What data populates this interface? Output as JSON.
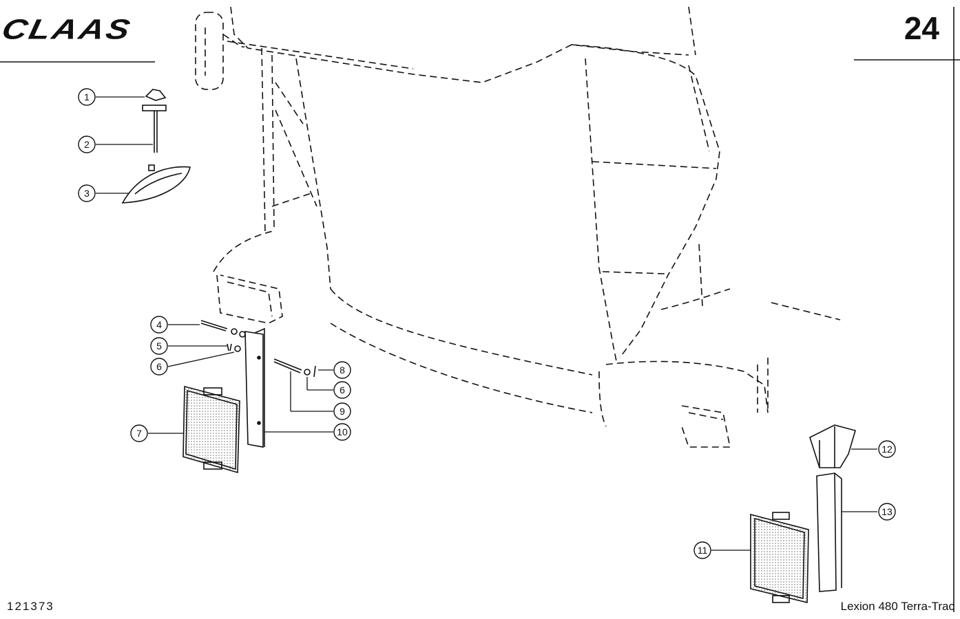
{
  "header": {
    "brand": "CLAAS",
    "page_number": "24"
  },
  "footer": {
    "drawing_number": "121373",
    "model": "Lexion 480 Terra-Trac"
  },
  "callouts": {
    "c1": "1",
    "c2": "2",
    "c3": "3",
    "c4": "4",
    "c5": "5",
    "c6a": "6",
    "c7": "7",
    "c8": "8",
    "c6b": "6",
    "c9": "9",
    "c10": "10",
    "c11": "11",
    "c12": "12",
    "c13": "13"
  },
  "colors": {
    "ink": "#111111",
    "paper": "#ffffff"
  }
}
